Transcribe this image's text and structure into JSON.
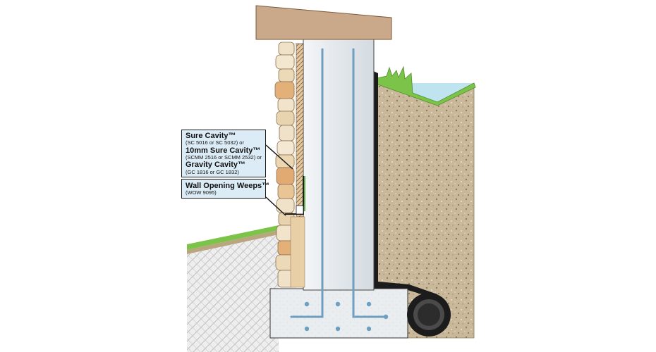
{
  "callouts": {
    "cavity": {
      "product_1": "Sure Cavity™",
      "code_1": "(SC 5016 or SC 5032) or",
      "product_2": "10mm Sure Cavity™",
      "code_2": "(SCMM 2516 or SCMM 2532) or",
      "product_3": "Gravity Cavity™",
      "code_3": "(GC 1816 or GC 1832)"
    },
    "weeps": {
      "product": "Wall Opening Weeps™",
      "code": "(WOW 9095)"
    }
  },
  "colors": {
    "cap": "#c9a98a",
    "concrete": "#e9edf0",
    "rebar": "#6f9fc0",
    "soil": "#c9b99a",
    "grass": "#7cc34a",
    "water": "#bfe3ef",
    "stone_light": "#f0e2c8",
    "stone_dark": "#e0aa72",
    "callout_bg": "#dcecf6",
    "pipe": "#1c1c1c"
  },
  "icons": [
    "drain-pipe-icon",
    "grass-icon"
  ]
}
